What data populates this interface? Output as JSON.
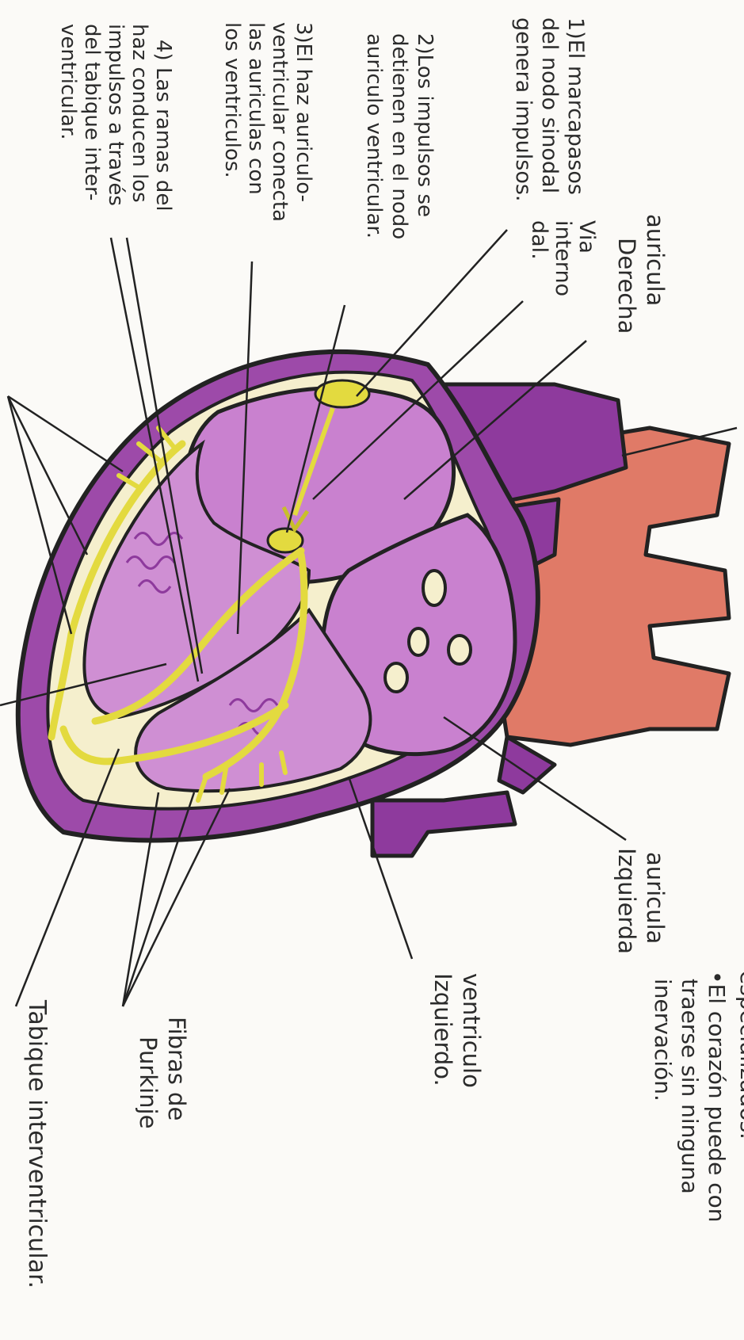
{
  "labels": {
    "marcapasos": [
      "1)El marcapasos",
      "del nodo sinodal",
      "genera impulsos."
    ],
    "nodo_av": [
      "2)Los impulsos se",
      "detienen en el nodo",
      "auriculo ventricular."
    ],
    "haz": [
      "3)El haz auriculo-",
      "ventricular conecta",
      "las auriculas con",
      "los ventriculos."
    ],
    "ramas": [
      "4) Las ramas del",
      "haz conducen los",
      "impulsos a través",
      "del tabique inter-",
      "ventricular."
    ],
    "via": [
      "Via",
      "interno",
      "dal."
    ],
    "auricula_der": [
      "auricula",
      "Derecha"
    ],
    "auricula_izq": [
      "auricula",
      "Izquierda"
    ],
    "ventriculo_izq": [
      "ventriculo",
      "Izquierdo."
    ],
    "purkinje": [
      "Fibras de",
      "Purkinje"
    ],
    "tabique": [
      "Tabique interventricular."
    ],
    "nota_corte": [
      "especializados.",
      "•El corazón puede con",
      "traerse sin ninguna",
      "inervación."
    ]
  },
  "colors": {
    "purple_dark": "#8e3a9d",
    "purple_light": "#c981cf",
    "pink": "#e07a67",
    "cream": "#f5efcd",
    "yellow": "#e3da3f",
    "ink": "#222222"
  }
}
